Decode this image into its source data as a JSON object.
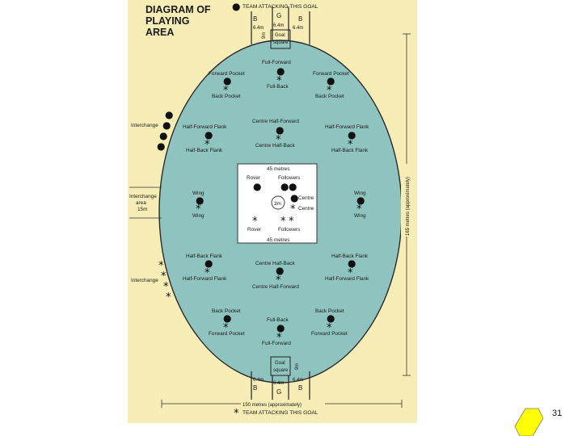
{
  "title_lines": [
    "DIAGRAM OF",
    "PLAYING",
    "AREA"
  ],
  "header_top": "TEAM ATTACKING THIS GOAL",
  "header_bottom": "TEAM ATTACKING THIS GOAL",
  "symbols": {
    "dot": "●",
    "star": "*"
  },
  "posts": {
    "behind": "B",
    "goal": "G"
  },
  "post_gaps": "6.4m",
  "goal_square": [
    "Goal",
    "square"
  ],
  "goal_square_depth": "9m",
  "center_box": {
    "top": "45 metres",
    "bottom": "45 metres",
    "rover": "Rover",
    "followers": "Followers",
    "centre": "Centre",
    "circle": "3m"
  },
  "length_label": "165 metres (approximately)",
  "width_label": "150 metres (approximately)",
  "interchange": {
    "label": "Interchange",
    "area": [
      "Interchange",
      "area",
      "15m"
    ]
  },
  "positions": {
    "full_forward": "Full-Forward",
    "full_back": "Full-Back",
    "forward_pocket": "Forward Pocket",
    "back_pocket": "Back Pocket",
    "centre_half_forward": "Centre Half-Forward",
    "centre_half_back": "Centre Half-Back",
    "half_forward_flank": "Half-Forward Flank",
    "half_back_flank": "Half-Back Flank",
    "wing": "Wing"
  },
  "colors": {
    "field": "#8fc3bf",
    "paper": "#f6ecb5",
    "slide_marker": "#ffff00"
  },
  "slide_number": "31"
}
